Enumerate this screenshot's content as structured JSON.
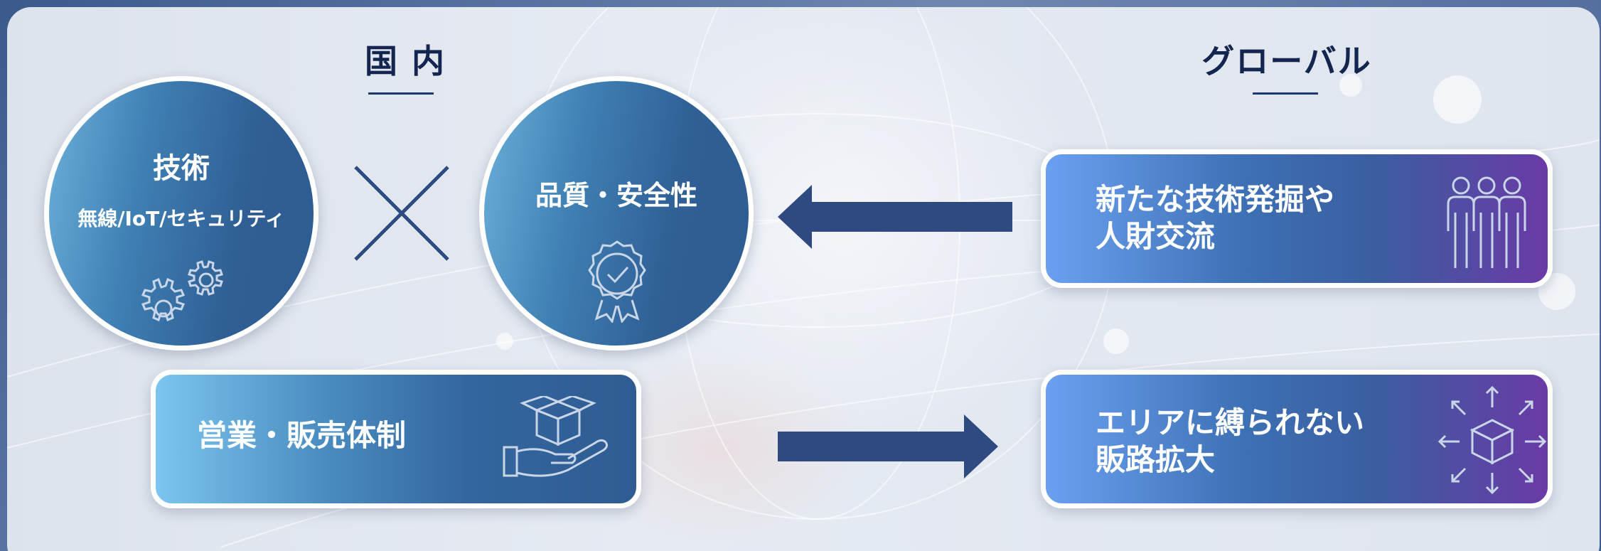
{
  "domestic": {
    "heading": "国 内",
    "tech_circle": {
      "title": "技術",
      "subtitle": "無線/IoT/セキュリティ",
      "icon": "gears-icon"
    },
    "quality_circle": {
      "title": "品質・安全性",
      "icon": "award-badge-icon"
    },
    "sales_card": {
      "label": "営業・販売体制",
      "icon": "hand-box-icon"
    }
  },
  "global": {
    "heading": "グローバル",
    "talent_card": {
      "label": "新たな技術発掘や\n人財交流",
      "icon": "people-group-icon"
    },
    "market_card": {
      "label": "エリアに縛られない\n販路拡大",
      "icon": "cube-expand-icon"
    }
  },
  "colors": {
    "heading": "#14264f",
    "arrow": "#2e4a80",
    "circle_gradient": [
      "#6bb0dc",
      "#2e5c93"
    ],
    "card_blue_gradient": [
      "#7cc5f0",
      "#2f5c93"
    ],
    "card_purple_gradient": [
      "#6aa0f0",
      "#6a3aa6"
    ]
  }
}
